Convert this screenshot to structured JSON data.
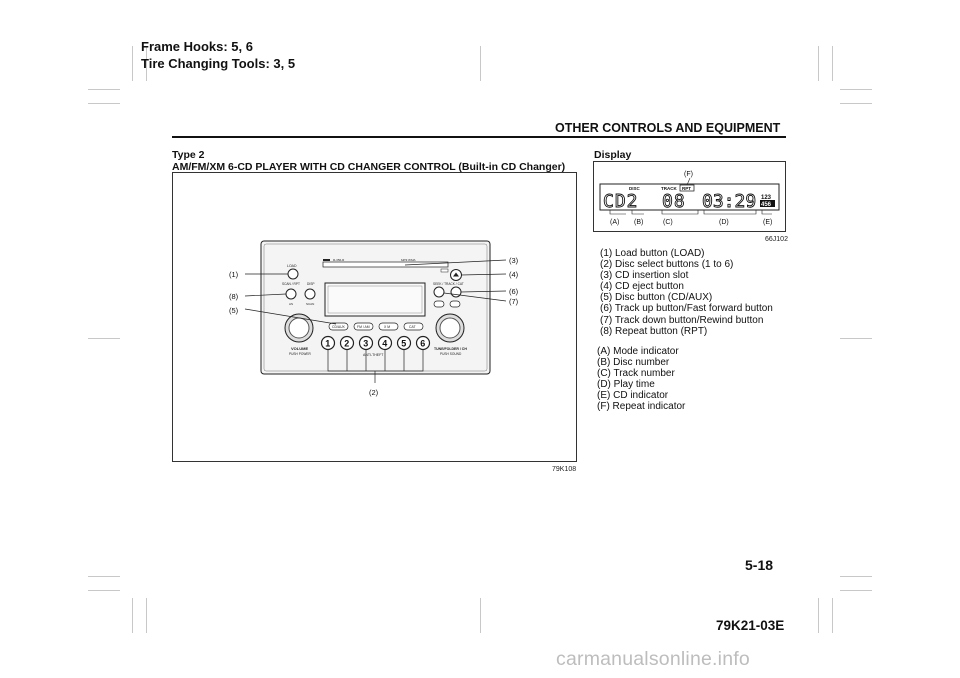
{
  "header": {
    "frame_hooks": "Frame Hooks: 5, 6",
    "tire_tools": "Tire Changing Tools: 3, 5",
    "section": "OTHER CONTROLS AND EQUIPMENT"
  },
  "left_figure": {
    "type_line": "Type 2",
    "title_line": "AM/FM/XM 6-CD PLAYER WITH CD CHANGER CONTROL (Built-in CD Changer)",
    "code": "79K108",
    "callouts": {
      "c1": "(1)",
      "c2": "(2)",
      "c3": "(3)",
      "c4": "(4)",
      "c5": "(5)",
      "c6": "(6)",
      "c7": "(7)",
      "c8": "(8)"
    },
    "unit_labels": {
      "load": "LOAD",
      "scan_rpt": "SCAN / RPT",
      "disp": "DISP",
      "as": "AS",
      "scan": "SCAN",
      "seek_track_cat": "SEEK / TRACK / CAT",
      "volume": "VOLUME",
      "push_power": "PUSH POWER",
      "tune": "TUNE/FOLDER / CH",
      "push_sound": "PUSH SOUND",
      "anti_theft": "ANTI-THEFT",
      "cd_aux": "CD/AUX",
      "fm_am": "FM / AM",
      "xm": "X M",
      "cat": "CAT",
      "b1": "1",
      "b2": "2",
      "b3": "3",
      "b4": "4",
      "b5": "5",
      "b6": "6"
    }
  },
  "display": {
    "title": "Display",
    "code": "66J102",
    "readout": {
      "mode": "CD2",
      "track": "08",
      "time": "03:29",
      "disc_top": "123",
      "disc_bottom": "456",
      "disc_label": "DISC",
      "track_label": "TRACK",
      "rpt_label": "RPT"
    },
    "callouts": {
      "a": "(A)",
      "b": "(B)",
      "c": "(C)",
      "d": "(D)",
      "e": "(E)",
      "f": "(F)"
    }
  },
  "legend_numbers": [
    "(1) Load button (LOAD)",
    "(2) Disc select buttons (1 to 6)",
    "(3) CD insertion slot",
    "(4) CD eject button",
    "(5) Disc button (CD/AUX)",
    "(6) Track up button/Fast forward button",
    "(7) Track down button/Rewind button",
    "(8) Repeat button (RPT)"
  ],
  "legend_letters": [
    "(A) Mode indicator",
    "(B) Disc number",
    "(C) Track number",
    "(D) Play time",
    "(E) CD indicator",
    "(F) Repeat indicator"
  ],
  "footer": {
    "page": "5-18",
    "doc_code": "79K21-03E",
    "watermark": "carmanualsonline.info"
  }
}
